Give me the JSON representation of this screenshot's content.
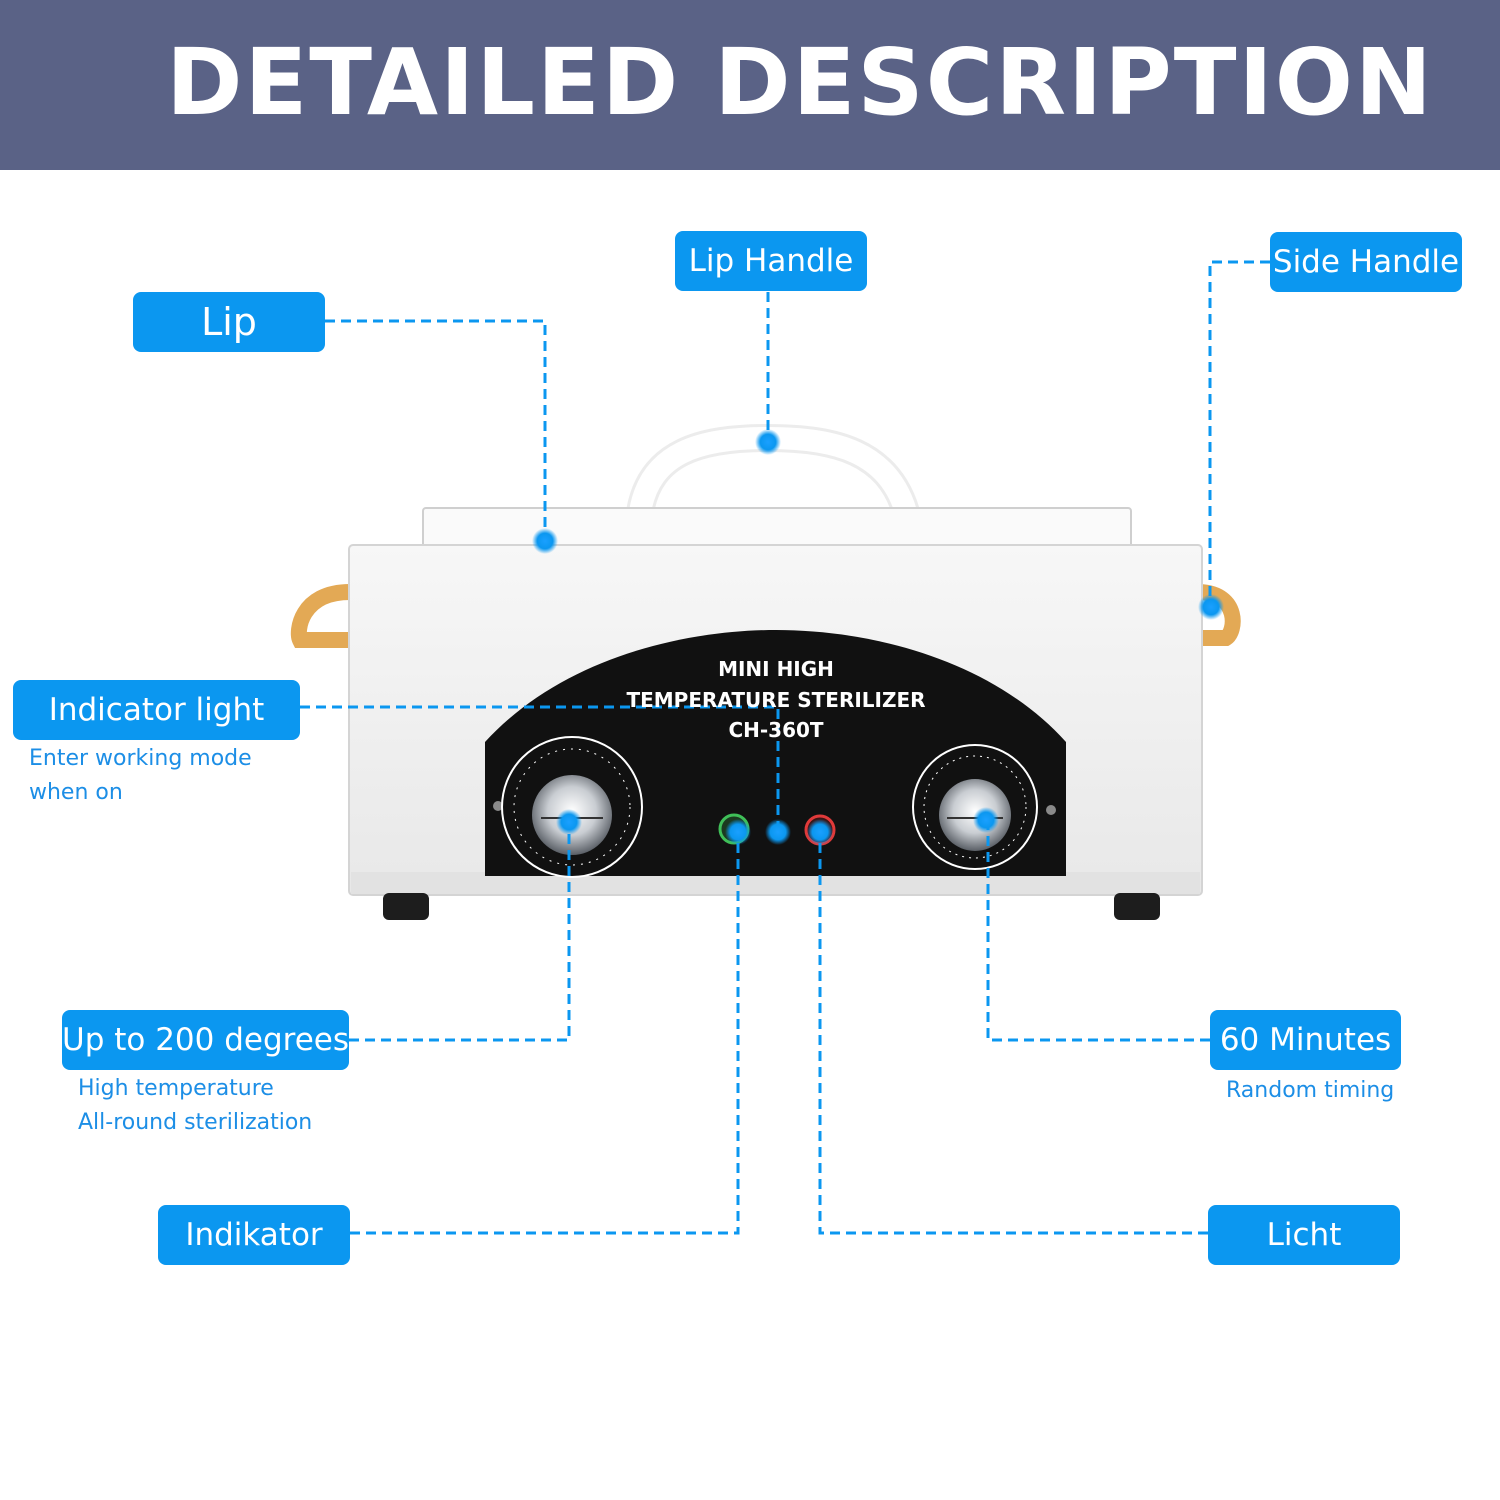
{
  "header": {
    "title": "DETAILED DESCRIPTION"
  },
  "product": {
    "panel_line1": "MINI HIGH",
    "panel_line2": "TEMPERATURE STERILIZER",
    "panel_model": "CH-360T"
  },
  "callouts": {
    "lip": {
      "label": "Lip"
    },
    "lip_handle": {
      "label": "Lip Handle"
    },
    "side_handle": {
      "label": "Side Handle"
    },
    "indicator_light": {
      "label": "Indicator light",
      "desc_line1": "Enter working mode",
      "desc_line2": "when on"
    },
    "temperature": {
      "label": "Up to 200 degrees",
      "desc_line1": "High temperature",
      "desc_line2": "All-round sterilization"
    },
    "timer": {
      "label": "60 Minutes",
      "desc_line1": "Random timing"
    },
    "indikator": {
      "label": "Indikator"
    },
    "licht": {
      "label": "Licht"
    }
  },
  "colors": {
    "banner": "#5a6286",
    "callout": "#0b97f0",
    "callout_text": "#1c8ee6",
    "panel": "#111111",
    "side_handle": "#e3a955"
  }
}
